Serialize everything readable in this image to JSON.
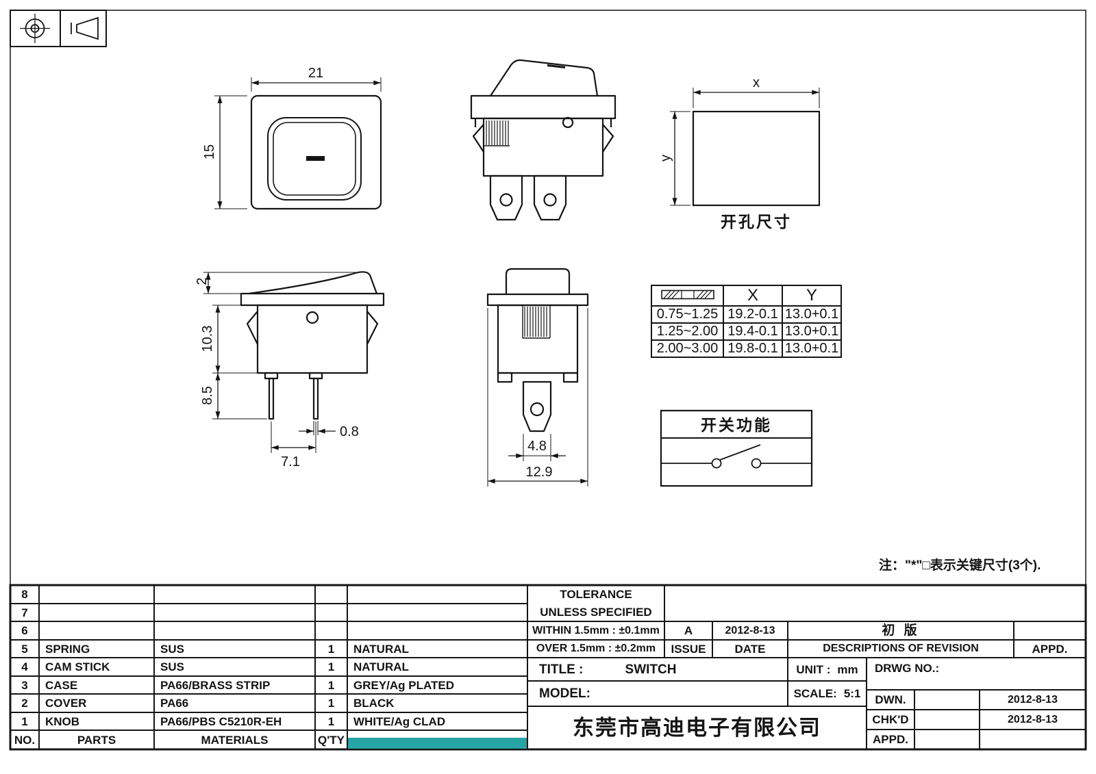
{
  "sheet": {
    "note": "注：\"*\"□表示关键尺寸(3个).",
    "cutout_label": "开孔尺寸",
    "cutout_x": "x",
    "cutout_y": "y",
    "function_title": "开关功能"
  },
  "dims": {
    "top_w": "21",
    "top_h": "15",
    "rocker_h": "2",
    "body_h": "10.3",
    "pin_len": "8.5",
    "pin_pitch": "7.1",
    "pin_w": "0.8",
    "tab_w": "4.8",
    "body_w": "12.9"
  },
  "xy_table": {
    "col_x": "X",
    "col_y": "Y",
    "rows": [
      {
        "t": "0.75~1.25",
        "x": "19.2-0.1",
        "y": "13.0+0.1"
      },
      {
        "t": "1.25~2.00",
        "x": "19.4-0.1",
        "y": "13.0+0.1"
      },
      {
        "t": "2.00~3.00",
        "x": "19.8-0.1",
        "y": "13.0+0.1"
      }
    ]
  },
  "parts": {
    "header": {
      "no": "NO.",
      "parts": "PARTS",
      "materials": "MATERIALS",
      "qty": "Q'TY"
    },
    "rows": [
      {
        "no": "8",
        "part": "",
        "mat": "",
        "qty": "",
        "rem": ""
      },
      {
        "no": "7",
        "part": "",
        "mat": "",
        "qty": "",
        "rem": ""
      },
      {
        "no": "6",
        "part": "",
        "mat": "",
        "qty": "",
        "rem": ""
      },
      {
        "no": "5",
        "part": "SPRING",
        "mat": "SUS",
        "qty": "1",
        "rem": "NATURAL"
      },
      {
        "no": "4",
        "part": "CAM STICK",
        "mat": "SUS",
        "qty": "1",
        "rem": "NATURAL"
      },
      {
        "no": "3",
        "part": "CASE",
        "mat": "PA66/BRASS STRIP",
        "qty": "1",
        "rem": "GREY/Ag PLATED"
      },
      {
        "no": "2",
        "part": "COVER",
        "mat": "PA66",
        "qty": "1",
        "rem": "BLACK"
      },
      {
        "no": "1",
        "part": "KNOB",
        "mat": "PA66/PBS C5210R-EH",
        "qty": "1",
        "rem": "WHITE/Ag CLAD"
      }
    ]
  },
  "titleblock": {
    "tol1": "TOLERANCE",
    "tol2": "UNLESS  SPECIFIED",
    "within": "WITHIN 1.5mm : ±0.1mm",
    "over": "OVER 1.5mm : ±0.2mm",
    "issue_val": "A",
    "issue_date": "2012-8-13",
    "issue": "ISSUE",
    "date": "DATE",
    "rev_desc": "初 版",
    "desc_header": "DESCRIPTIONS OF REVISION",
    "appd_header": "APPD.",
    "title_label": "TITLE :",
    "title_value": "SWITCH",
    "unit_label": "UNIT :",
    "unit_value": "mm",
    "drwg_label": "DRWG NO.:",
    "model_label": "MODEL:",
    "scale_label": "SCALE:",
    "scale_value": "5:1",
    "dwn": "DWN.",
    "dwn_date": "2012-8-13",
    "chkd": "CHK'D",
    "chkd_date": "2012-8-13",
    "appd": "APPD.",
    "company": "东莞市高迪电子有限公司"
  },
  "colors": {
    "highlight_teal": "#27a4a4",
    "line": "#141414"
  }
}
